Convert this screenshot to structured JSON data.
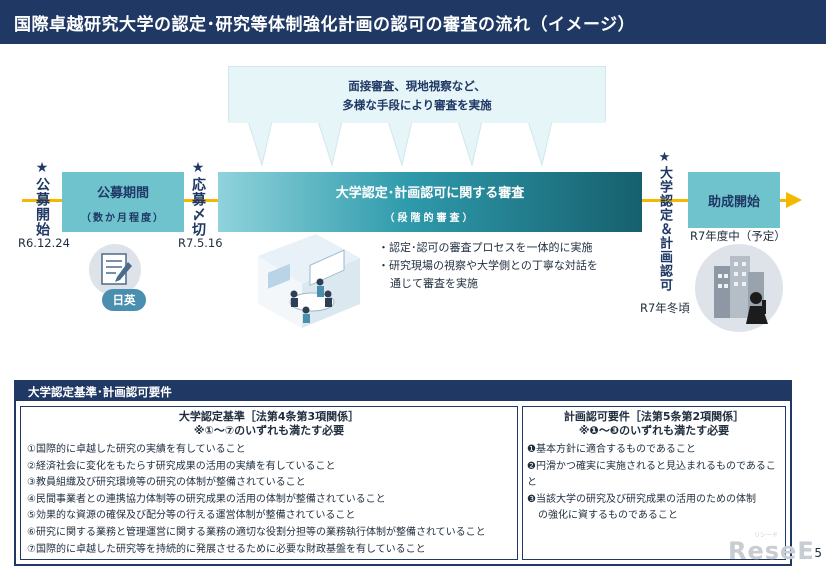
{
  "title": "国際卓越研究大学の認定･研究等体制強化計画の認可の審査の流れ（イメージ）",
  "bubble": {
    "line1": "面接審査、現地視察など、",
    "line2": "多様な手段により審査を実施"
  },
  "timeline": {
    "start_label": "★公募開始",
    "start_date": "R6.12.24",
    "period_title": "公募期間",
    "period_sub": "（数か月程度）",
    "deadline_label": "★応募〆切",
    "deadline_date": "R7.5.16",
    "review_title": "大学認定･計画認可に関する審査",
    "review_sub": "（段階的審査）",
    "approval_label": "★大学認定＆計画認可",
    "approval_date": "R7年冬頃",
    "grant_title": "助成開始",
    "grant_date": "R7年度中（予定）"
  },
  "hanko_label": "日英",
  "bullets": [
    "・認定･認可の審査プロセスを一体的に実施",
    "・研究現場の視察や大学側との丁寧な対話を",
    "通じて審査を実施"
  ],
  "requirements": {
    "header": "大学認定基準･計画認可要件",
    "left": {
      "title": "大学認定基準［法第4条第3項関係］",
      "subtitle": "※①～⑦のいずれも満たす必要",
      "items": [
        "①国際的に卓越した研究の実績を有していること",
        "②経済社会に変化をもたらす研究成果の活用の実績を有していること",
        "③教員組織及び研究環境等の研究の体制が整備されていること",
        "④民間事業者との連携協力体制等の研究成果の活用の体制が整備されていること",
        "⑤効果的な資源の確保及び配分等の行える運営体制が整備されていること",
        "⑥研究に関する業務と管理運営に関する業務の適切な役割分担等の業務執行体制が整備されていること",
        "⑦国際的に卓越した研究等を持続的に発展させるために必要な財政基盤を有していること"
      ]
    },
    "right": {
      "title": "計画認可要件［法第5条第2項関係］",
      "subtitle": "※❶～❸のいずれも満たす必要",
      "items": [
        "❶基本方針に適合するものであること",
        "❷円滑かつ確実に実施されると見込まれるものであること",
        "❸当該大学の研究及び研究成果の活用のための体制",
        "の強化に資するものであること"
      ]
    }
  },
  "page_number": "5",
  "brand": "ReseE",
  "brand_sub": "リシード",
  "colors": {
    "navy": "#1f3864",
    "teal": "#6fc3cd",
    "timeline": "#f5b800",
    "bubble": "#e6f5f8"
  }
}
